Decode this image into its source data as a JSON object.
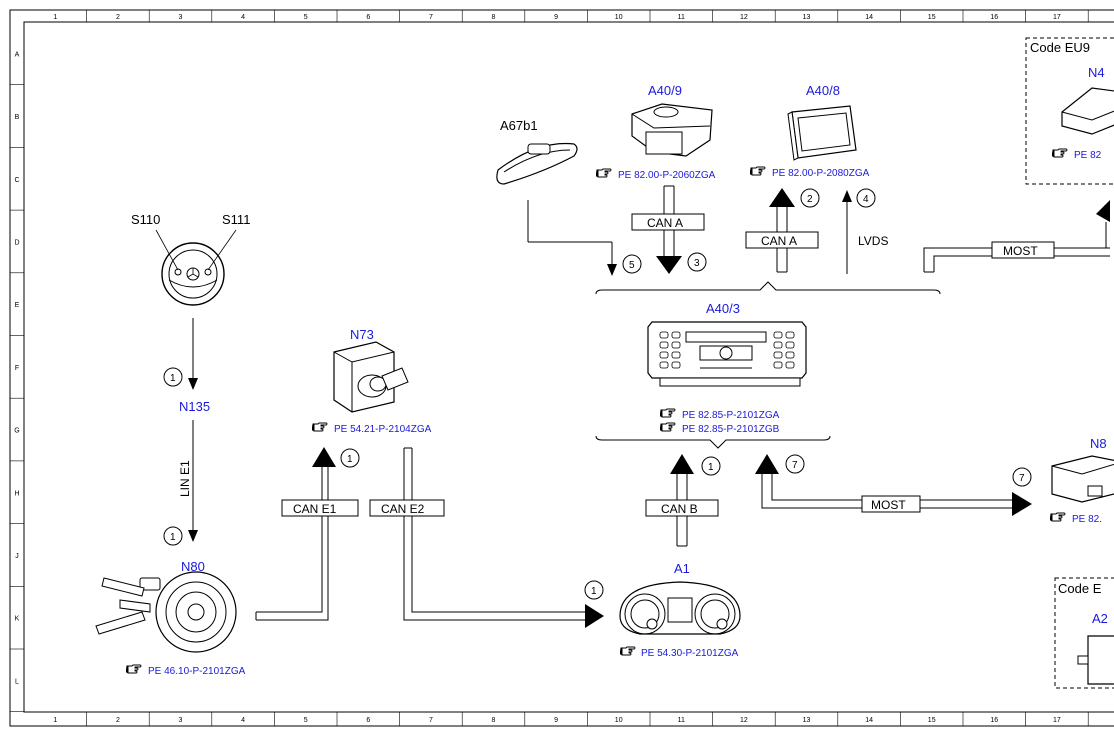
{
  "grid": {
    "columns": [
      "1",
      "2",
      "3",
      "4",
      "5",
      "6",
      "7",
      "8",
      "9",
      "10",
      "11",
      "12",
      "13",
      "14",
      "15",
      "16",
      "17"
    ],
    "rows": [
      "A",
      "B",
      "C",
      "D",
      "E",
      "F",
      "G",
      "H",
      "J",
      "K",
      "L"
    ]
  },
  "components": {
    "s110": "S110",
    "s111": "S111",
    "n135": "N135",
    "n80": "N80",
    "n73": "N73",
    "a67b1": "A67b1",
    "a40_9": "A40/9",
    "a40_8": "A40/8",
    "a40_3": "A40/3",
    "a1": "A1",
    "n4x": "N4",
    "n8x": "N8",
    "a2x": "A2"
  },
  "references": {
    "n80": "PE 46.10-P-2101ZGA",
    "n73": "PE 54.21-P-2104ZGA",
    "a40_9": "PE 82.00-P-2060ZGA",
    "a40_8": "PE 82.00-P-2080ZGA",
    "a40_3_a": "PE 82.85-P-2101ZGA",
    "a40_3_b": "PE 82.85-P-2101ZGB",
    "a1": "PE 54.30-P-2101ZGA",
    "n4x": "PE 82",
    "n8x": "PE 82."
  },
  "codes": {
    "eu9": "Code EU9",
    "e_bottom": "Code E"
  },
  "buses": {
    "lin_e1": "LIN E1",
    "can_e1": "CAN E1",
    "can_e2": "CAN E2",
    "can_b": "CAN B",
    "can_a_down": "CAN A",
    "can_a_up": "CAN A",
    "lvds": "LVDS",
    "most_top": "MOST",
    "most_mid": "MOST"
  },
  "markers": {
    "m1_top": "1",
    "m1_n80": "1",
    "m1_n73": "1",
    "m1_a1": "1",
    "m1_canb": "1",
    "m2": "2",
    "m3": "3",
    "m4": "4",
    "m5": "5",
    "m7_a": "7",
    "m7_b": "7"
  },
  "colors": {
    "label_blue": "#1a1adb",
    "line": "#000000"
  },
  "icons": {
    "reference_pointer": "pointing-hand-icon"
  }
}
